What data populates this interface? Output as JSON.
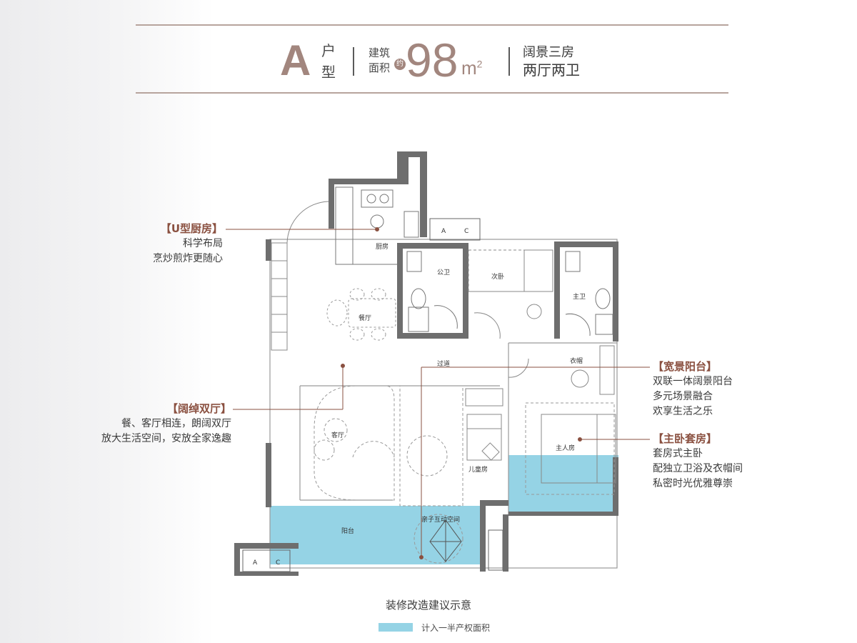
{
  "header": {
    "letter": "A",
    "type_label": "户型",
    "area_label_1": "建筑",
    "area_label_2": "面积",
    "approx_mark": "约",
    "area_value": "98",
    "area_unit": "m",
    "area_unit_sup": "2",
    "desc_line1": "阔景三房",
    "desc_line2": "两厅两卫"
  },
  "rooms": {
    "kitchen": "厨房",
    "public_bath": "公卫",
    "second_bedroom": "次卧",
    "master_bath": "主卫",
    "dining": "餐厅",
    "corridor": "过道",
    "wardrobe": "衣帽",
    "living": "客厅",
    "kids_room": "儿童房",
    "master_room": "主人房",
    "balcony": "阳台",
    "family_space": "亲子互动空间",
    "ac_label_1": "A",
    "ac_label_2": "C"
  },
  "callouts": {
    "kitchen": {
      "title": "【U型厨房】",
      "lines": [
        "科学布局",
        "烹炒煎炸更随心"
      ]
    },
    "living": {
      "title": "【阔绰双厅】",
      "lines": [
        "餐、客厅相连，朗阔双厅",
        "放大生活空间，安放全家逸趣"
      ]
    },
    "balcony": {
      "title": "【宽景阳台】",
      "lines": [
        "双联一体阔景阳台",
        "多元场景融合",
        "欢享生活之乐"
      ]
    },
    "master": {
      "title": "【主卧套房】",
      "lines": [
        "套房式主卧",
        "配独立卫浴及衣帽间",
        "私密时光优雅尊崇"
      ]
    }
  },
  "footer": {
    "note": "装修改造建议示意",
    "legend_label": "计入一半产权面积"
  },
  "colors": {
    "accent": "#a2867e",
    "callout_title": "#8a5040",
    "wall": "#6e6e6e",
    "half_area": "#95d3e5"
  }
}
